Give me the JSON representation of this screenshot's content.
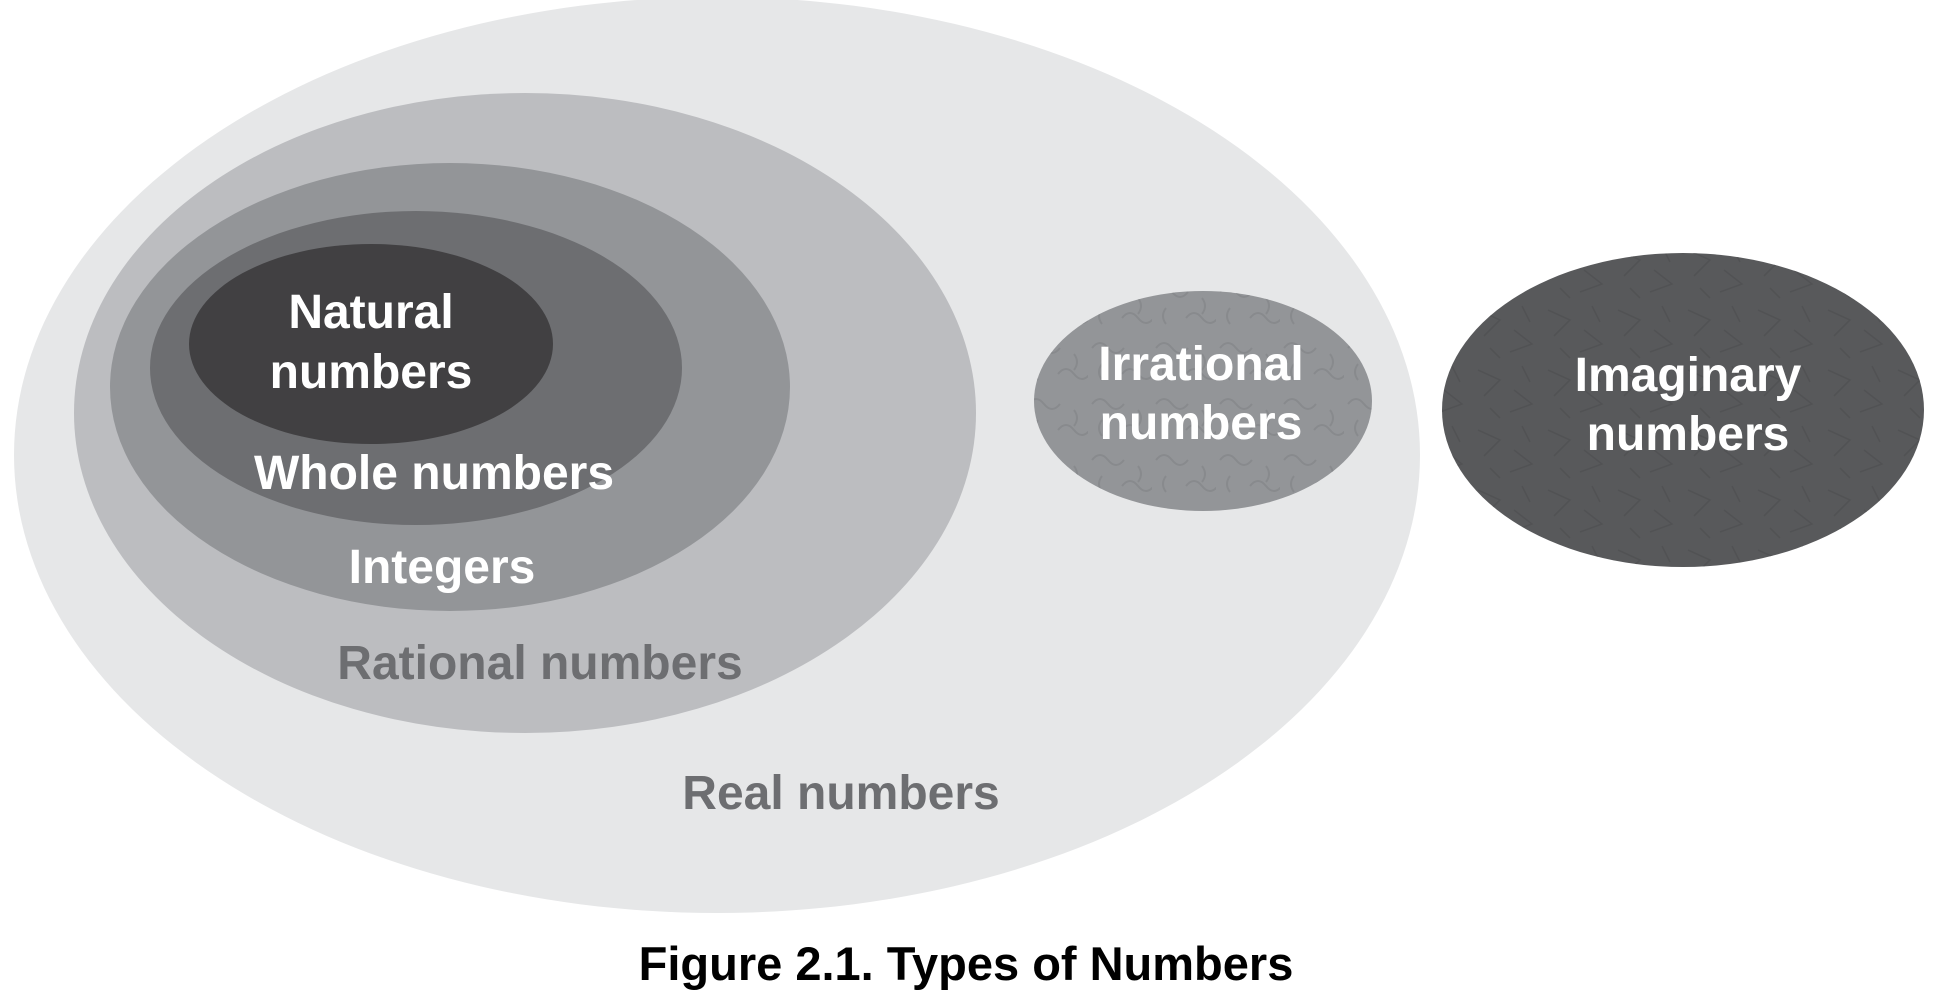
{
  "diagram": {
    "sets": {
      "real": {
        "label": "Real numbers",
        "fill": "#e6e7e8",
        "text_color": "#6d6e71"
      },
      "rational": {
        "label": "Rational numbers",
        "fill": "#bcbdc0",
        "text_color": "#6d6e71"
      },
      "integers": {
        "label": "Integers",
        "fill": "#939598",
        "text_color": "#ffffff"
      },
      "whole": {
        "label": "Whole numbers",
        "fill": "#6d6e71",
        "text_color": "#ffffff"
      },
      "natural": {
        "label_line1": "Natural",
        "label_line2": "numbers",
        "fill": "#414042",
        "text_color": "#ffffff"
      },
      "irrational": {
        "label_line1": "Irrational",
        "label_line2": "numbers",
        "fill": "#939598",
        "text_color": "#ffffff"
      },
      "imaginary": {
        "label_line1": "Imaginary",
        "label_line2": "numbers",
        "fill": "#58595b",
        "text_color": "#ffffff"
      }
    },
    "caption": "Figure 2.1. Types of Numbers"
  }
}
